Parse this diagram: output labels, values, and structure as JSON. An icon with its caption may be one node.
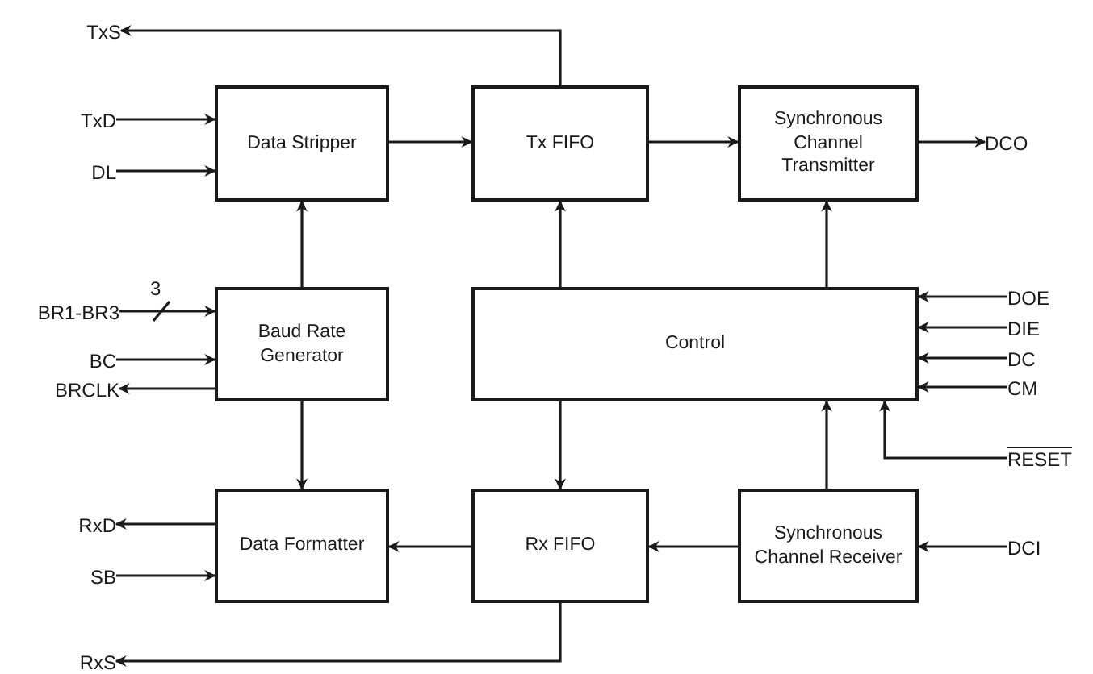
{
  "diagram": {
    "nodes": [
      {
        "text": [
          "TxS"
        ]
      },
      {
        "text": [
          "TxD"
        ]
      },
      {
        "text": [
          "DL"
        ]
      },
      {
        "text": [
          "Data Stripper"
        ]
      },
      {
        "text": [
          "Tx FIFO"
        ]
      },
      {
        "text": [
          "Synchronous Channel Transmitter"
        ]
      },
      {
        "text": [
          "DCO"
        ]
      },
      {
        "text": [
          "BR1-BR3"
        ]
      },
      {
        "text": [
          "BC"
        ]
      },
      {
        "text": [
          "BRCLK"
        ]
      },
      {
        "text": [
          "Baud Rate Generator"
        ]
      },
      {
        "text": [
          "Control"
        ]
      },
      {
        "text": [
          "DOE"
        ]
      },
      {
        "text": [
          "DIE"
        ]
      },
      {
        "text": [
          "DC"
        ]
      },
      {
        "text": [
          "CM"
        ]
      },
      {
        "text": [
          "RESET"
        ]
      },
      {
        "text": [
          "RxD"
        ]
      },
      {
        "text": [
          "SB"
        ]
      },
      {
        "text": [
          "Data Formatter"
        ]
      },
      {
        "text": [
          "Rx FIFO"
        ]
      },
      {
        "text": [
          "Synchronous Channel Receiver"
        ]
      },
      {
        "text": [
          "DCI"
        ]
      },
      {
        "text": [
          "RxS"
        ]
      }
    ],
    "edges": [
      {
        "from": 4,
        "to": 0,
        "arrow": "to"
      },
      {
        "from": 1,
        "to": 3,
        "arrow": "to"
      },
      {
        "from": 2,
        "to": 3,
        "arrow": "to"
      },
      {
        "from": 3,
        "to": 4,
        "arrow": "to"
      },
      {
        "from": 4,
        "to": 5,
        "arrow": "to"
      },
      {
        "from": 5,
        "to": 6,
        "arrow": "to"
      },
      {
        "from": 10,
        "to": 3,
        "arrow": "to"
      },
      {
        "from": 7,
        "to": 10,
        "arrow": "to",
        "label": "3"
      },
      {
        "from": 8,
        "to": 10,
        "arrow": "to"
      },
      {
        "from": 10,
        "to": 9,
        "arrow": "to"
      },
      {
        "from": 11,
        "to": 4,
        "arrow": "to"
      },
      {
        "from": 11,
        "to": 5,
        "arrow": "to"
      },
      {
        "from": 12,
        "to": 11,
        "arrow": "to"
      },
      {
        "from": 13,
        "to": 11,
        "arrow": "to"
      },
      {
        "from": 14,
        "to": 11,
        "arrow": "to"
      },
      {
        "from": 15,
        "to": 11,
        "arrow": "to"
      },
      {
        "from": 16,
        "to": 11,
        "arrow": "to"
      },
      {
        "from": 21,
        "to": 11,
        "arrow": "to"
      },
      {
        "from": 11,
        "to": 20,
        "arrow": "to"
      },
      {
        "from": 10,
        "to": 19,
        "arrow": "to"
      },
      {
        "from": 19,
        "to": 17,
        "arrow": "to"
      },
      {
        "from": 18,
        "to": 19,
        "arrow": "to"
      },
      {
        "from": 20,
        "to": 19,
        "arrow": "to"
      },
      {
        "from": 21,
        "to": 20,
        "arrow": "to"
      },
      {
        "from": 22,
        "to": 21,
        "arrow": "to"
      },
      {
        "from": 20,
        "to": 23,
        "arrow": "to"
      }
    ]
  }
}
